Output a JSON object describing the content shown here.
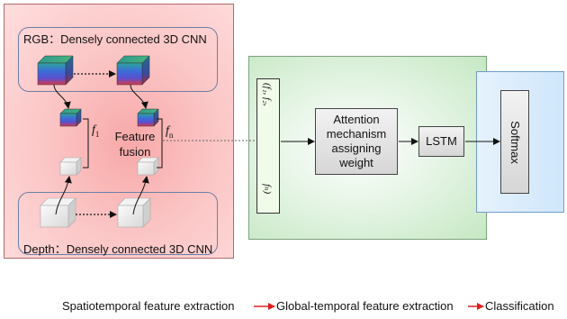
{
  "rgb_branch": {
    "title": "RGB：Densely connected 3D CNN"
  },
  "depth_branch": {
    "title": "Depth：Densely connected 3D CNN"
  },
  "fusion": {
    "label_line1": "Feature",
    "label_line2": "fusion",
    "f1_symbol": "f",
    "f1_sub": "1",
    "fn_symbol": "f",
    "fn_sub": "n"
  },
  "feature_vector": {
    "top_text": "(f₁, f₂,",
    "bottom_text": "fₙ)"
  },
  "attention": {
    "label": "Attention mechanism assigning weight"
  },
  "lstm": {
    "label": "LSTM"
  },
  "softmax": {
    "label": "Softmax"
  },
  "legend": {
    "spatiotemporal": "Spatiotemporal feature extraction",
    "global_temporal": "Global-temporal feature extraction",
    "classification": "Classification"
  },
  "colors": {
    "spatio_panel": "#fbc4c4",
    "global_panel": "#c6e8c3",
    "class_panel": "#cfe6fb",
    "legend_arrow": "#e02020",
    "cube_top": "#2fa59a",
    "cube_front": "#3b6fd8",
    "cube_bottom": "#d83a4a",
    "depth_cube": "#e4e4e4"
  },
  "icons": [
    "rgb-cube-icon",
    "depth-cube-icon",
    "arrow-icon"
  ]
}
